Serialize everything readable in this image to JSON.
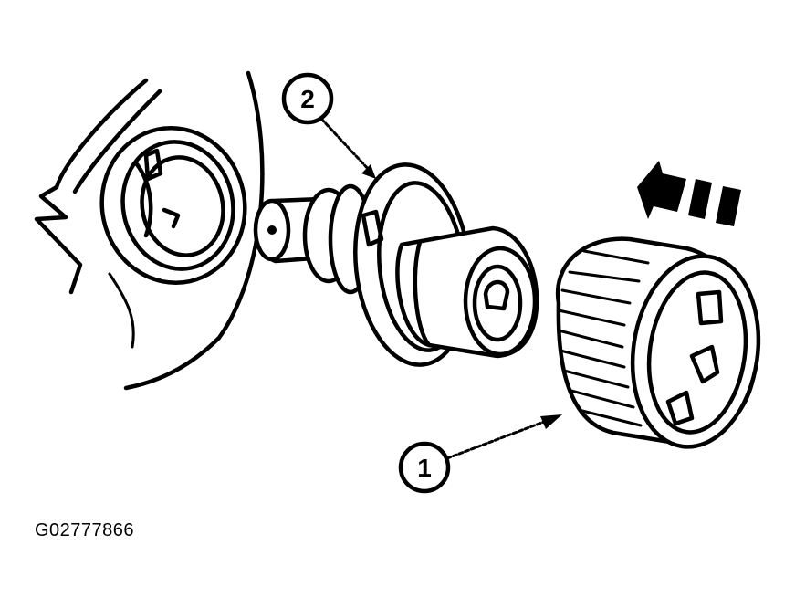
{
  "figure": {
    "id_label": "G02777866",
    "callouts": [
      {
        "number": "1",
        "target": "connector"
      },
      {
        "number": "2",
        "target": "sensor"
      }
    ]
  }
}
